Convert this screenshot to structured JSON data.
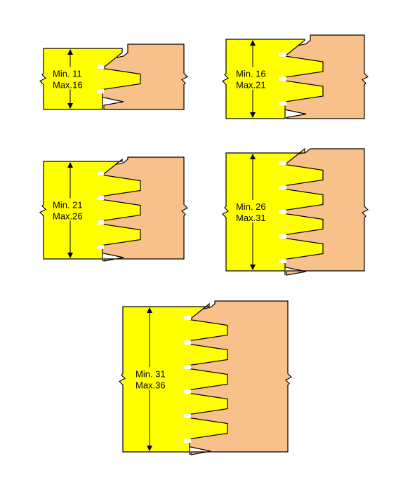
{
  "colors": {
    "background": "#ffffff",
    "left_piece": "#ffff00",
    "right_piece": "#f8c08a",
    "outline": "#000000",
    "slot": "#ffffff"
  },
  "joints": [
    {
      "fingers": 2,
      "min_label": "Min. 11",
      "max_label": "Max.16"
    },
    {
      "fingers": 3,
      "min_label": "Min. 16",
      "max_label": "Max.21"
    },
    {
      "fingers": 4,
      "min_label": "Min. 21",
      "max_label": "Max.26"
    },
    {
      "fingers": 5,
      "min_label": "Min. 26",
      "max_label": "Max.31"
    },
    {
      "fingers": 6,
      "min_label": "Min. 31",
      "max_label": "Max.36"
    }
  ]
}
